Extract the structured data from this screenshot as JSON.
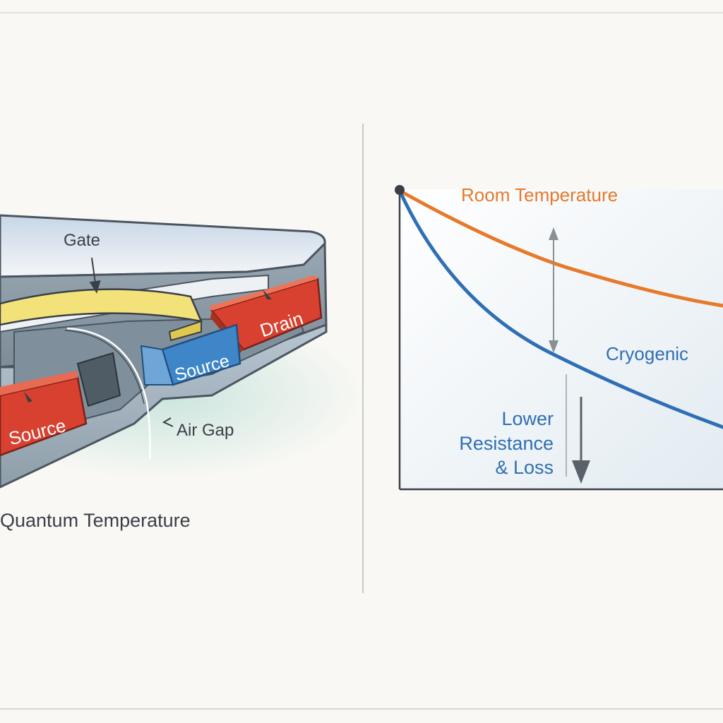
{
  "device": {
    "gate_label": "Gate",
    "drain_label": "Drain",
    "source_right_label": "Source",
    "source_left_label": "Source",
    "air_gap_label": "Air Gap",
    "caption": "Quantum Temperature"
  },
  "graph": {
    "room_label": "Room Temperature",
    "cryo_label": "Cryogenic",
    "annotation_line1": "Lower",
    "annotation_line2": "Resistance",
    "annotation_line3": "& Loss"
  },
  "colors": {
    "room": "#e8782a",
    "cryo": "#2f6fb5",
    "gate": "#f3e27a",
    "electrode_red": "#d8402f",
    "electrode_blue": "#3f86c8",
    "text_dark": "#3a3f47"
  }
}
